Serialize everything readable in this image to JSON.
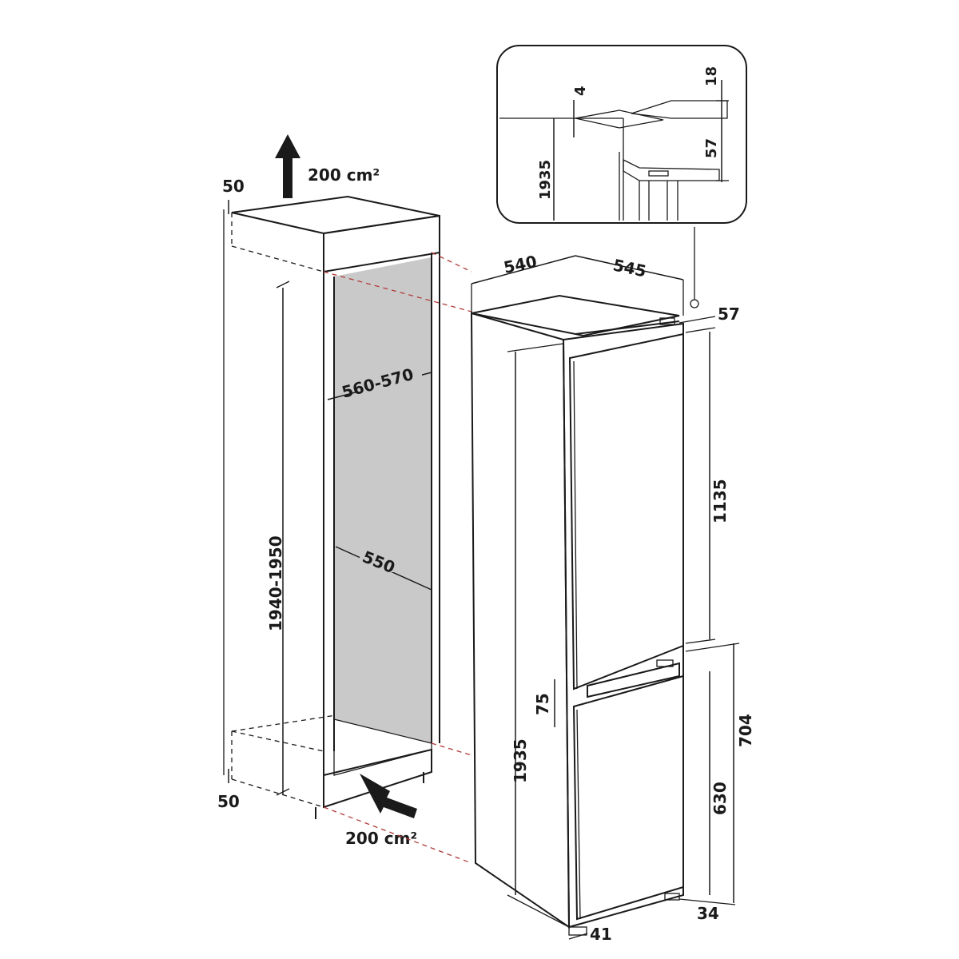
{
  "labels": {
    "vent_top_area": "200 cm²",
    "vent_bottom_area": "200 cm²",
    "top_gap": "50",
    "bottom_gap": "50",
    "niche_height": "1940-1950",
    "niche_width": "560-570",
    "niche_depth": "550",
    "appliance_depth": "540",
    "appliance_width": "545",
    "top_offset": "57",
    "appliance_height": "1935",
    "upper_door_height": "1135",
    "door_gap": "75",
    "lower_section_height": "704",
    "lower_door_height": "630",
    "foot_offset": "34",
    "base_depth": "41",
    "detail_gap": "4",
    "detail_top": "18",
    "detail_offset": "57",
    "detail_height": "1935"
  },
  "colors": {
    "line": "#1a1a1a",
    "niche_fill": "#c9c9c9",
    "red_dash": "#b33a3a"
  }
}
